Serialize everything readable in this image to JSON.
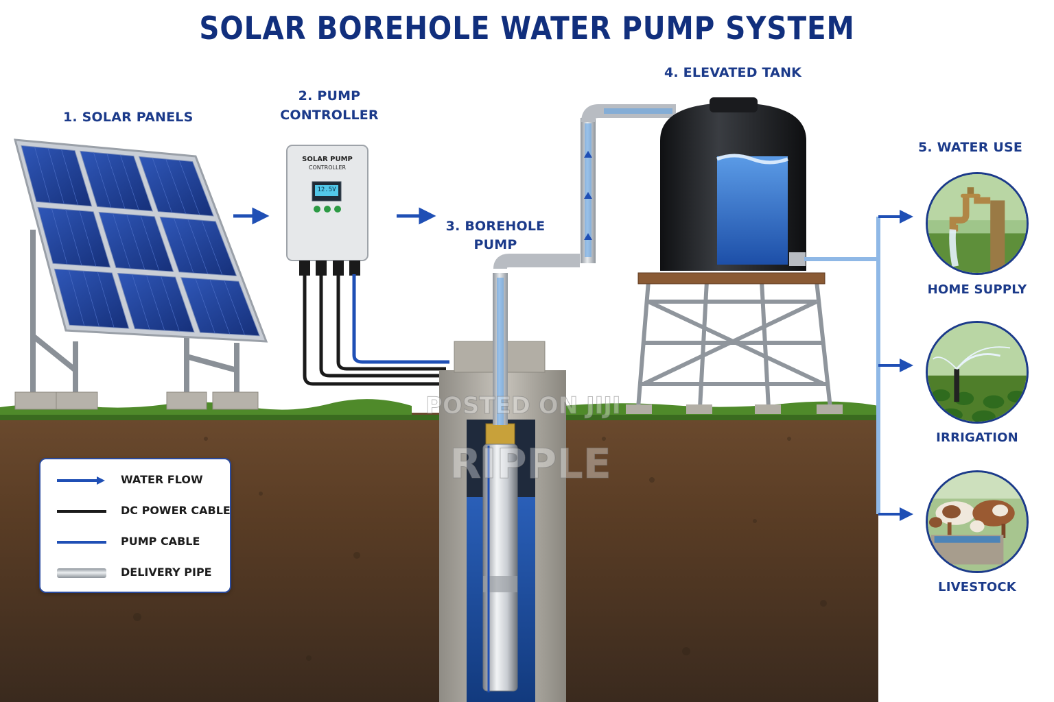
{
  "title": "SOLAR BOREHOLE WATER PUMP SYSTEM",
  "steps": {
    "solar_panels": "1. SOLAR PANELS",
    "pump_controller_line1": "2. PUMP",
    "pump_controller_line2": "CONTROLLER",
    "borehole_pump_line1": "3. BOREHOLE",
    "borehole_pump_line2": "PUMP",
    "elevated_tank": "4. ELEVATED TANK",
    "water_use": "5. WATER USE"
  },
  "controller": {
    "label_line1": "SOLAR PUMP",
    "label_line2": "CONTROLLER",
    "display_text": "12.5V"
  },
  "uses": [
    {
      "label": "HOME SUPPLY",
      "icon": "water-tap-icon"
    },
    {
      "label": "IRRIGATION",
      "icon": "sprinkler-icon"
    },
    {
      "label": "LIVESTOCK",
      "icon": "cattle-icon"
    }
  ],
  "legend": {
    "items": [
      {
        "label": "WATER FLOW",
        "key": "blue-arrow"
      },
      {
        "label": "DC POWER CABLE",
        "key": "black-line"
      },
      {
        "label": "PUMP CABLE",
        "key": "blue-line"
      },
      {
        "label": "DELIVERY PIPE",
        "key": "grey-pipe"
      }
    ]
  },
  "watermark": {
    "line1": "POSTED ON JIJI",
    "line2": "RIPPLE"
  },
  "colors": {
    "title": "#112f7d",
    "label": "#1b3a8a",
    "water": "#2d6fd0",
    "cable_dc": "#1a1a1a",
    "cable_pump": "#1f4fb5",
    "pipe": "#b8bcc2",
    "soil": "#5a3d26",
    "grass": "#4f8a2a"
  }
}
